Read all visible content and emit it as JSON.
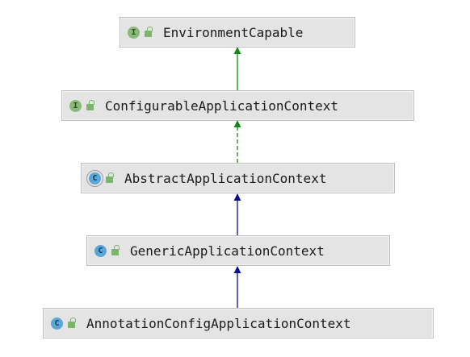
{
  "diagram": {
    "nodes": [
      {
        "id": "environment-capable",
        "kind": "interface",
        "badge": "I",
        "label": "EnvironmentCapable"
      },
      {
        "id": "configurable-application-context",
        "kind": "interface",
        "badge": "I",
        "label": "ConfigurableApplicationContext"
      },
      {
        "id": "abstract-application-context",
        "kind": "abstract",
        "badge": "C",
        "label": "AbstractApplicationContext"
      },
      {
        "id": "generic-application-context",
        "kind": "class",
        "badge": "C",
        "label": "GenericApplicationContext"
      },
      {
        "id": "annotation-config-application-context",
        "kind": "class",
        "badge": "C",
        "label": "AnnotationConfigApplicationContext"
      }
    ],
    "edges": [
      {
        "from": "configurable-application-context",
        "to": "environment-capable",
        "kind": "extends",
        "style": "solid",
        "color": "#118811"
      },
      {
        "from": "abstract-application-context",
        "to": "configurable-application-context",
        "kind": "implements",
        "style": "dashed",
        "color": "#118811"
      },
      {
        "from": "generic-application-context",
        "to": "abstract-application-context",
        "kind": "extends",
        "style": "solid",
        "color": "#0a0a8c"
      },
      {
        "from": "annotation-config-application-context",
        "to": "generic-application-context",
        "kind": "extends",
        "style": "solid",
        "color": "#0a0a8c"
      }
    ],
    "icons": {
      "interface": "interface-icon",
      "class": "class-icon",
      "abstract": "abstract-class-icon",
      "visibility": "public-lock-icon"
    },
    "colors": {
      "node_background": "#e4e4e4",
      "node_border": "#bdbdbd",
      "interface_badge": "#8ab87a",
      "class_badge": "#5aa6d8",
      "interface_edge": "#118811",
      "class_edge": "#0a0a8c"
    }
  }
}
